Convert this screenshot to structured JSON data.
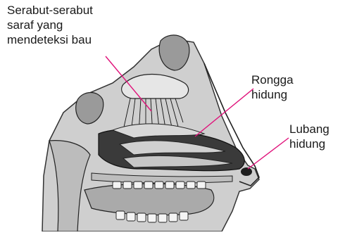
{
  "labels": {
    "olfactory": {
      "line1": "Serabut-serabut",
      "line2": "saraf yang",
      "line3": "mendeteksi bau"
    },
    "nasal_cavity": {
      "line1": "Rongga",
      "line2": "hidung"
    },
    "nostril": {
      "line1": "Lubang",
      "line2": "hidung"
    }
  },
  "colors": {
    "leader_line": "#e0117a",
    "ink": "#1a1a1a",
    "bone": "#d9d9d9",
    "cavity": "#2f2f2f",
    "tissue": "#b8b8b8"
  }
}
